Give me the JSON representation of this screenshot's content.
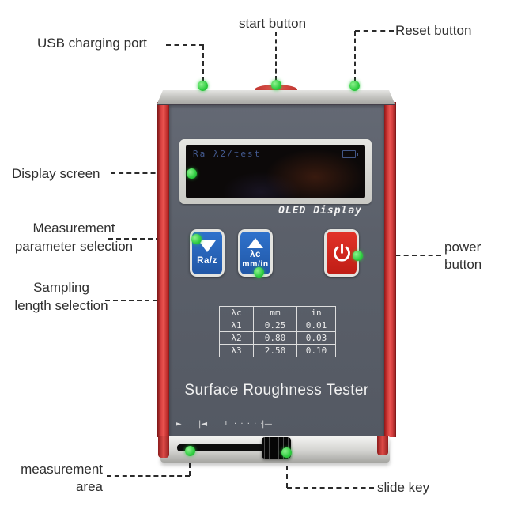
{
  "callouts": {
    "usb": "USB charging port",
    "start": "start button",
    "reset": "Reset button",
    "display": "Display screen",
    "param": [
      "Measurement",
      "parameter selection"
    ],
    "sampling": [
      "Sampling",
      "length selection"
    ],
    "power": [
      "power",
      "button"
    ],
    "measurement_area": [
      "measurement",
      "area"
    ],
    "slide": "slide key"
  },
  "device": {
    "screen": {
      "status_text": "Ra λ2/test",
      "battery_icon": "battery-icon"
    },
    "oled_label": "OLED Display",
    "product_name": "Surface Roughness Tester",
    "buttons": {
      "param": {
        "icon": "triangle-down-icon",
        "label": "Ra/z"
      },
      "sampling": {
        "icon": "triangle-up-icon",
        "label_top": "λc",
        "label_bottom": "mm/in"
      },
      "power": {
        "icon": "power-icon"
      }
    },
    "cutoff_table": {
      "headers": [
        "λc",
        "mm",
        "in"
      ],
      "rows": [
        [
          "λ1",
          "0.25",
          "0.01"
        ],
        [
          "λ2",
          "0.80",
          "0.03"
        ],
        [
          "λ3",
          "2.50",
          "0.10"
        ]
      ]
    },
    "scale_markings": [
      "►|",
      "|◄",
      "∟",
      "· · · · ·",
      "|—"
    ]
  },
  "colors": {
    "accent_red": "#d63a30",
    "panel_gray": "#5b606a",
    "button_blue": "#2765bd",
    "power_red": "#d7261d",
    "dot_green": "#2ecc40",
    "silver": "#c9c9c6"
  }
}
